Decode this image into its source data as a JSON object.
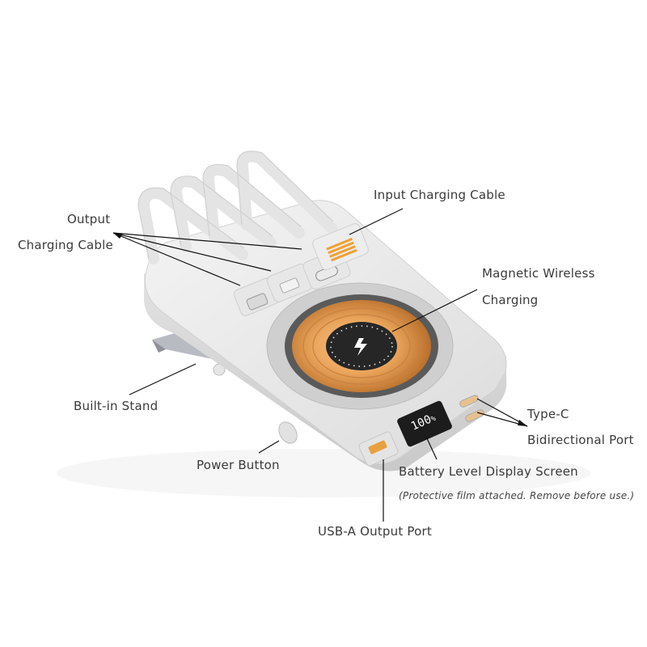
{
  "labels": {
    "output_line1": "Output",
    "output_line2": "Charging Cable",
    "input_cable": "Input Charging Cable",
    "wireless_line1": "Magnetic Wireless",
    "wireless_line2": "Charging",
    "stand": "Built-in Stand",
    "power": "Power Button",
    "typec_line1": "Type-C",
    "typec_line2": "Bidirectional Port",
    "display": "Battery Level Display Screen",
    "display_note": "(Protective film attached. Remove before use.)",
    "usba": "USB-A Output Port"
  },
  "device": {
    "display_reading": "100",
    "display_unit": "%"
  },
  "colors": {
    "body": "#ececec",
    "coil": "#e9a257",
    "ring": "#8d8d8d",
    "screen": "#1c1c1c",
    "pins": "#f0a030",
    "lines": "#111111"
  }
}
